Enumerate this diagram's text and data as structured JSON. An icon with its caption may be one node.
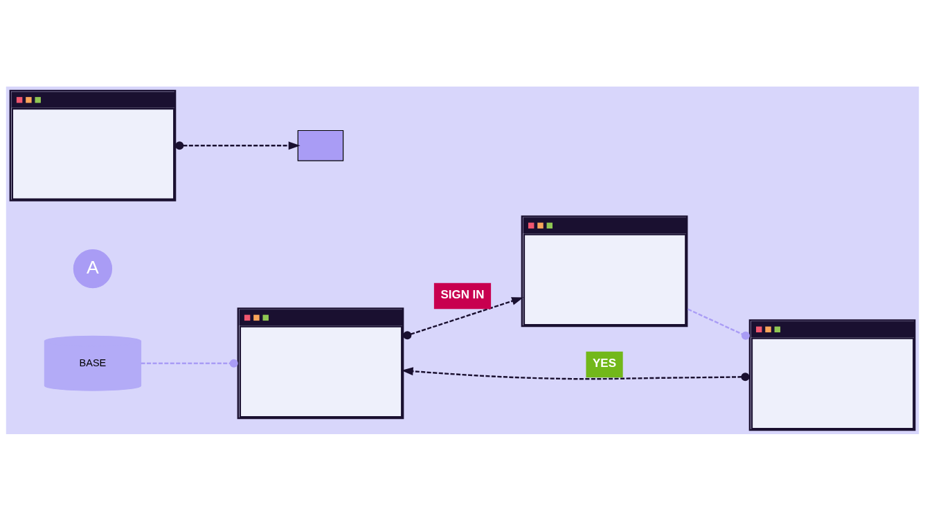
{
  "diagram": {
    "nodes": [
      {
        "text": [
          "BASE"
        ]
      },
      {
        "text": [],
        "shape": "picture"
      },
      {
        "text": [
          "A"
        ]
      },
      {
        "text": [],
        "shape": "picture"
      },
      {
        "text": [],
        "shape": "box"
      },
      {
        "text": [],
        "shape": "picture"
      },
      {
        "text": [],
        "shape": "picture"
      }
    ],
    "edges": [
      {
        "from": 0,
        "to": 1,
        "arrow": "other",
        "style": "dashed",
        "color": "#a99cf5"
      },
      {
        "from": 1,
        "to": 5,
        "arrow": "to",
        "style": "dashed",
        "label": "SIGN IN"
      },
      {
        "from": 3,
        "to": 4,
        "arrow": "to",
        "style": "dashed"
      },
      {
        "from": 6,
        "to": 1,
        "arrow": "to",
        "style": "dashed",
        "label": "YES"
      },
      {
        "from": 5,
        "to": 6,
        "arrow": "other",
        "style": "dashed",
        "color": "#a99cf5"
      }
    ]
  }
}
